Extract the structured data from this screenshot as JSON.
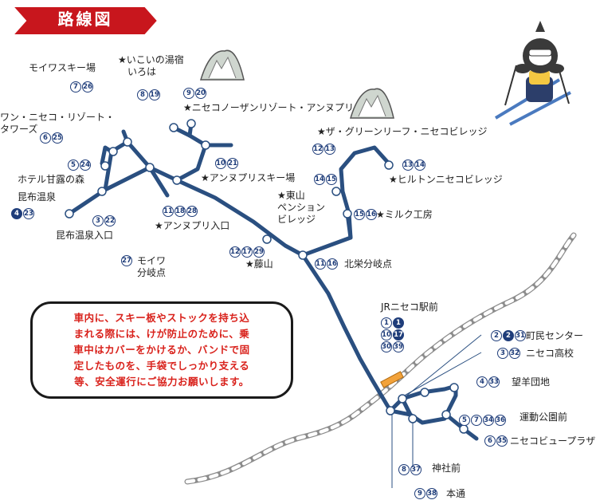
{
  "title": "路線図",
  "notice": "車内に、スキー板やストックを持ち込\nまれる際には、けが防止のために、乗\n車中はカバーをかけるか、バンドで固\n定したものを、手袋でしっかり支える\n等、安全運行にご協力お願いします。",
  "stops": [
    {
      "id": "moiwa-ski",
      "name": "モイワスキー場",
      "nums": [
        [
          "o",
          "7"
        ],
        [
          "o",
          "26"
        ]
      ]
    },
    {
      "id": "ikoi",
      "name": "★いこいの湯宿\n　いろは",
      "nums": [
        [
          "o",
          "8"
        ],
        [
          "o",
          "19"
        ]
      ]
    },
    {
      "id": "niseko-northern",
      "name": "★ニセコノーザンリゾート・アンヌプリ",
      "nums": [
        [
          "o",
          "9"
        ],
        [
          "o",
          "20"
        ]
      ]
    },
    {
      "id": "green-leaf",
      "name": "★ザ・グリーンリーフ・ニセコビレッジ",
      "nums": [
        [
          "o",
          "12"
        ],
        [
          "o",
          "13"
        ]
      ]
    },
    {
      "id": "hilton",
      "name": "★ヒルトンニセコビレッジ",
      "nums": [
        [
          "o",
          "13"
        ],
        [
          "o",
          "14"
        ]
      ]
    },
    {
      "id": "one-niseko",
      "name": "ワン・ニセコ・リゾート・\nタワーズ",
      "nums": [
        [
          "o",
          "6"
        ],
        [
          "o",
          "25"
        ]
      ]
    },
    {
      "id": "kanro",
      "name": "ホテル甘露の森",
      "nums": [
        [
          "o",
          "5"
        ],
        [
          "o",
          "24"
        ]
      ]
    },
    {
      "id": "annupuri-ski",
      "name": "★アンヌプリスキー場",
      "nums": [
        [
          "o",
          "10"
        ],
        [
          "o",
          "21"
        ]
      ]
    },
    {
      "id": "higashiyama",
      "name": "★東山\nペンション\nビレッジ",
      "nums": [
        [
          "o",
          "14"
        ],
        [
          "o",
          "15"
        ]
      ]
    },
    {
      "id": "konbu-onsen",
      "name": "昆布温泉",
      "nums": [
        [
          "f",
          "4"
        ],
        [
          "o",
          "23"
        ]
      ]
    },
    {
      "id": "konbu-iriguchi",
      "name": "昆布温泉入口",
      "nums": [
        [
          "o",
          "3"
        ],
        [
          "o",
          "22"
        ]
      ]
    },
    {
      "id": "annupuri-iriguchi",
      "name": "★アンヌプリ入口",
      "nums": [
        [
          "o",
          "11"
        ],
        [
          "o",
          "18"
        ],
        [
          "o",
          "28"
        ]
      ]
    },
    {
      "id": "milk-kobo",
      "name": "★ミルク工房",
      "nums": [
        [
          "o",
          "15"
        ],
        [
          "o",
          "16"
        ]
      ]
    },
    {
      "id": "moiwa-bunki",
      "name": "モイワ\n分岐点",
      "nums": [
        [
          "o",
          "27"
        ]
      ]
    },
    {
      "id": "fujiyama",
      "name": "★藤山",
      "nums": [
        [
          "o",
          "12"
        ],
        [
          "o",
          "17"
        ],
        [
          "o",
          "29"
        ]
      ]
    },
    {
      "id": "hokuei",
      "name": "北栄分岐点",
      "nums": [
        [
          "o",
          "11"
        ],
        [
          "o",
          "16"
        ]
      ]
    },
    {
      "id": "jr-niseko",
      "name": "JRニセコ駅前",
      "nums": [
        [
          "o",
          "1"
        ],
        [
          "f",
          "1"
        ],
        [
          "o",
          "10"
        ],
        [
          "f",
          "17"
        ],
        [
          "o",
          "30"
        ],
        [
          "o",
          "39"
        ]
      ]
    },
    {
      "id": "chomin",
      "name": "町民センター",
      "nums": [
        [
          "o",
          "2"
        ],
        [
          "f",
          "2"
        ],
        [
          "o",
          "31"
        ]
      ]
    },
    {
      "id": "niseko-hs",
      "name": "ニセコ高校",
      "nums": [
        [
          "o",
          "3"
        ],
        [
          "o",
          "32"
        ]
      ]
    },
    {
      "id": "boyo",
      "name": "望羊団地",
      "nums": [
        [
          "o",
          "4"
        ],
        [
          "o",
          "33"
        ]
      ]
    },
    {
      "id": "undo",
      "name": "運動公園前",
      "nums": [
        [
          "o",
          "5"
        ],
        [
          "o",
          "7"
        ],
        [
          "o",
          "34"
        ],
        [
          "o",
          "36"
        ]
      ]
    },
    {
      "id": "view-plaza",
      "name": "ニセコビュープラザ",
      "nums": [
        [
          "o",
          "6"
        ],
        [
          "o",
          "35"
        ]
      ]
    },
    {
      "id": "jinja",
      "name": "神社前",
      "nums": [
        [
          "o",
          "8"
        ],
        [
          "o",
          "37"
        ]
      ]
    },
    {
      "id": "hondori",
      "name": "本通",
      "nums": [
        [
          "o",
          "9"
        ],
        [
          "o",
          "38"
        ]
      ]
    }
  ],
  "colors": {
    "route": "#2a4f80",
    "rail": "#9a9a9a",
    "banner": "#c8161d",
    "mountain": "#cfd6cf"
  }
}
